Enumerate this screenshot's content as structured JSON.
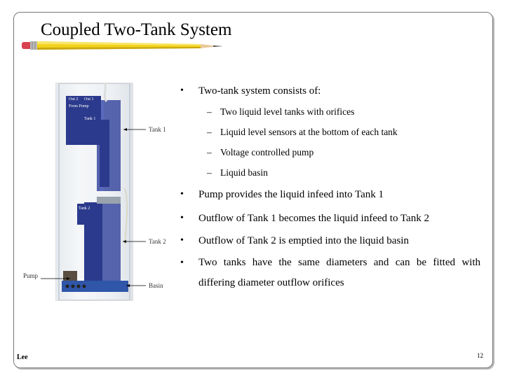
{
  "slide": {
    "title": "Coupled Two-Tank System",
    "footer_left": "Lee",
    "page_number": "12"
  },
  "figure": {
    "labels": {
      "tank1": "Tank 1",
      "tank2": "Tank 2",
      "pump": "Pump",
      "basin": "Basin"
    },
    "device_text": {
      "out2": "Out 2",
      "out1": "Out 1",
      "from_pump": "From Pump",
      "tank1_mark": "Tank 1",
      "tank2_mark": "Tank 2"
    }
  },
  "bullets": [
    {
      "text": "Two-tank system consists of:",
      "sub": [
        "Two liquid level tanks with orifices",
        "Liquid level sensors at the bottom of each tank",
        "Voltage controlled pump",
        "Liquid basin"
      ]
    },
    {
      "text": "Pump provides the liquid infeed into Tank 1"
    },
    {
      "text": "Outflow of Tank 1 becomes the liquid infeed to Tank 2"
    },
    {
      "text": "Outflow of Tank 2 is emptied into the liquid basin"
    },
    {
      "text": "Two tanks have the same diameters and can be fitted with differing diameter outflow orifices"
    }
  ],
  "symbols": {
    "bullet": "•",
    "dash": "–"
  },
  "colors": {
    "tank_blue": "#2b3a8c",
    "pencil_yellow": "#f2d21b",
    "eraser_red": "#d9414e"
  }
}
